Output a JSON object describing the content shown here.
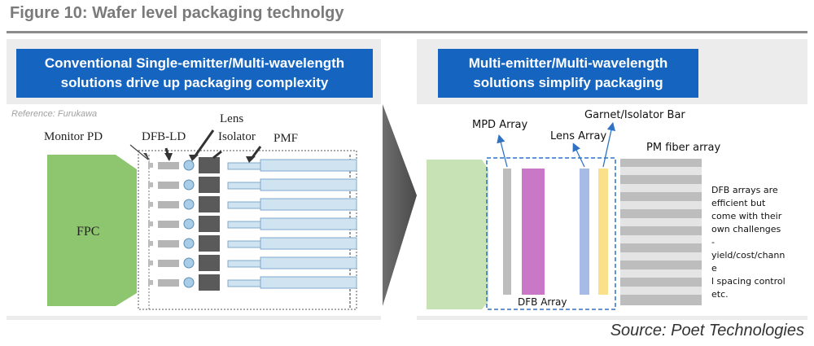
{
  "figure": {
    "title": "Figure 10: Wafer level packaging technolgy",
    "source": "Source: Poet Technologies"
  },
  "left": {
    "header_line1": "Conventional Single-emitter/Multi-wavelength",
    "header_line2": "solutions drive up packaging complexity",
    "reference": "Reference: Furukawa",
    "labels": {
      "monitor_pd": "Monitor PD",
      "dfb_ld": "DFB-LD",
      "lens": "Lens",
      "isolator": "Isolator",
      "pmf": "PMF",
      "fpc": "FPC"
    }
  },
  "right": {
    "header_line1": "Multi-emitter/Multi-wavelength",
    "header_line2": "solutions simplify packaging",
    "labels": {
      "mpd_array": "MPD Array",
      "lens_array": "Lens Array",
      "garnet_isolator_bar": "Garnet/Isolator Bar",
      "pm_fiber_array": "PM fiber array",
      "dfb_array": "DFB Array"
    },
    "note_lines": [
      "DFB arrays are",
      "efficient but",
      "come with their",
      "own challenges",
      "-",
      "yield/cost/channe",
      "l spacing control",
      "etc."
    ]
  },
  "colors": {
    "header_blue": "#1565c0",
    "fpc_green": "#8dc66f",
    "lens_blue": "#a9cde6",
    "fiber_blue": "#cfe3f1",
    "dfb_magenta": "#c878c6",
    "lens_array_blue": "#a6bce6",
    "isolator_yellow": "#fbe08c",
    "arrow_blue": "#2f72c4"
  }
}
